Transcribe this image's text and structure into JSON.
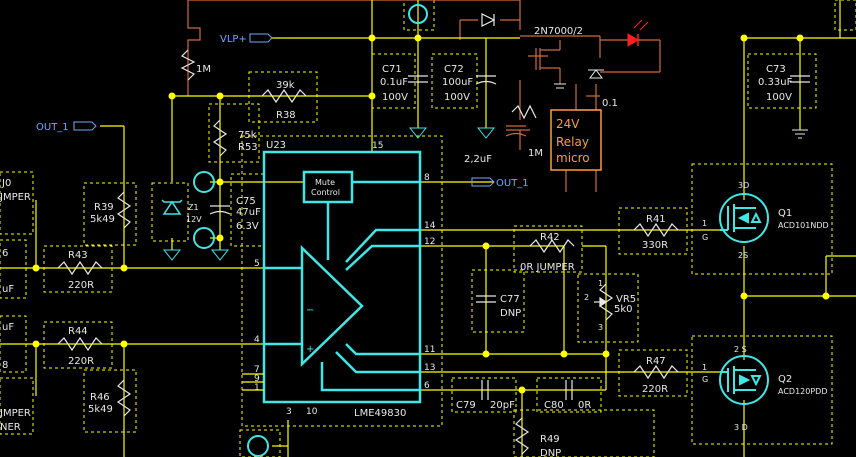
{
  "colors": {
    "background": "#000000",
    "wire": "#ffff00",
    "component": "#3ee6e6",
    "outline": "#ffff00",
    "relay_wire": "#d06a3a",
    "relay": "#ff9a3c",
    "net_label": "#6fa8ff",
    "text": "#e8e8e8",
    "led": "#ff2020"
  },
  "amplifier": {
    "ref": "U23",
    "part": "LME49830",
    "block": "Mute\nControl",
    "block_line1": "Mute",
    "block_line2": "Control",
    "pins": {
      "p15": "15",
      "p8": "8",
      "p14": "14",
      "p12": "12",
      "p5": "5",
      "p4": "4",
      "p11": "11",
      "p13": "13",
      "p6": "6",
      "p7": "7",
      "p9": "9",
      "p1": "1",
      "p3": "3",
      "p10": "10"
    }
  },
  "nets": {
    "vlp": "VLP+",
    "out1_left": "OUT_1",
    "out1_right": "OUT_1"
  },
  "components": {
    "r_1m_top": "1M",
    "r38_value": "39k",
    "r38_ref": "R38",
    "r53_value": "75k",
    "r53_ref": "R53",
    "c75_ref": "C75",
    "c75_value": "47uF",
    "c75_voltage": "6.3V",
    "z1_ref": "Z1",
    "z1_value": "12V",
    "c71_ref": "C71",
    "c71_value": "0.1uF",
    "c71_voltage": "100V",
    "c72_ref": "C72",
    "c72_value": "100uF",
    "c72_voltage": "100V",
    "c73_ref": "C73",
    "c73_value": "0.33uF",
    "c73_voltage": "100V",
    "mosfet": "2N7000/2",
    "c_relay_value": "0.1",
    "c_2u2": "2,2uF",
    "r_1m_relay": "1M",
    "relay_line1": "24V",
    "relay_line2": "Relay",
    "relay_line3": "micro",
    "r39_ref": "R39",
    "r39_value": "5k49",
    "r43_ref": "R43",
    "r43_value": "220R",
    "r44_ref": "R44",
    "r44_value": "220R",
    "r46_ref": "R46",
    "r46_value": "5k49",
    "r41_ref": "R41",
    "r41_value": "330R",
    "r42_ref": "R42",
    "r42_value": "0R JUMPER",
    "c77_ref": "C77",
    "c77_value": "DNP",
    "vr5_ref": "VR5",
    "vr5_value": "5k0",
    "vr5_pins": {
      "p1": "1",
      "p2": "2",
      "p3": "3"
    },
    "r47_ref": "R47",
    "r47_value": "220R",
    "c79_ref": "C79",
    "c79_value": "20pF",
    "c80_ref": "C80",
    "c80_value": "0R",
    "r49_ref": "R49",
    "r49_value": "DNP",
    "q1_ref": "Q1",
    "q1_part": "ACD101NDD",
    "q1_pins": {
      "d": "3D",
      "g": "G",
      "s": "2S",
      "num": "1"
    },
    "q2_ref": "Q2",
    "q2_part": "ACD120PDD",
    "q2_pins": {
      "s": "2 S",
      "g": "G",
      "d": "3 D",
      "num": "1"
    },
    "left_clipped": {
      "a": "J0",
      "b": "JMPER",
      "c": "6",
      "d": "uF",
      "e": "uF",
      "f": "8",
      "g": "JMPER",
      "h": "NER"
    }
  }
}
